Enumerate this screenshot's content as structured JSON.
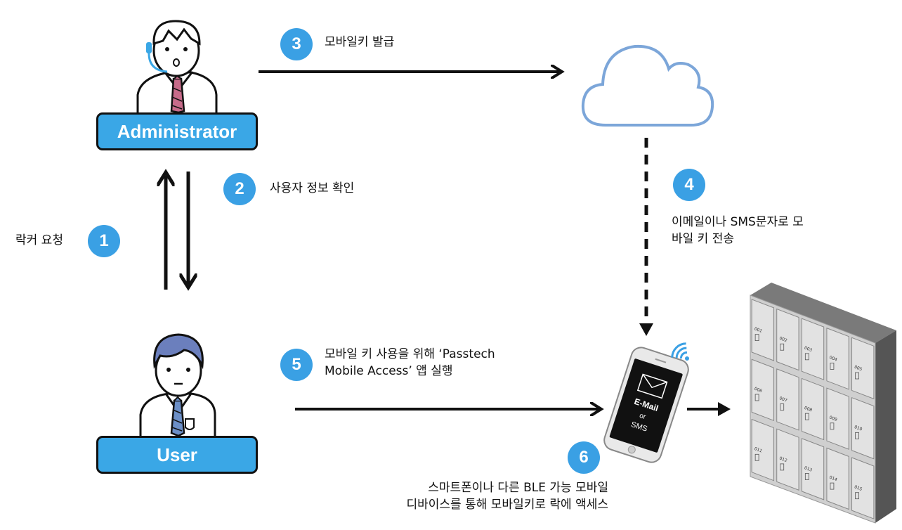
{
  "roles": {
    "admin": "Administrator",
    "user": "User"
  },
  "steps": [
    {
      "num": "1",
      "label": "락커 요청"
    },
    {
      "num": "2",
      "label": "사용자 정보 확인"
    },
    {
      "num": "3",
      "label": "모바일키 발급"
    },
    {
      "num": "4",
      "line1": "이메일이나 SMS문자로 모",
      "line2": "바일 키 전송"
    },
    {
      "num": "5",
      "line1": "모바일 키 사용을 위해 ‘Passtech",
      "line2": "Mobile Access’ 앱 실행"
    },
    {
      "num": "6",
      "line1": "스마트폰이나 다른 BLE 가능 모바일",
      "line2": "디바이스를 통해 모바일키로 락에 액세스"
    }
  ],
  "phone": {
    "line1": "E-Mail",
    "line2": "or",
    "line3": "SMS"
  },
  "lockers": [
    "001",
    "002",
    "003",
    "004",
    "005",
    "006",
    "007",
    "008",
    "009",
    "010",
    "011",
    "012",
    "013",
    "014",
    "015"
  ],
  "colors": {
    "accent": "#3aa0e4",
    "role_box": "#3aa7e6",
    "cloud": "#7ca6d9",
    "arrow": "#111111"
  }
}
